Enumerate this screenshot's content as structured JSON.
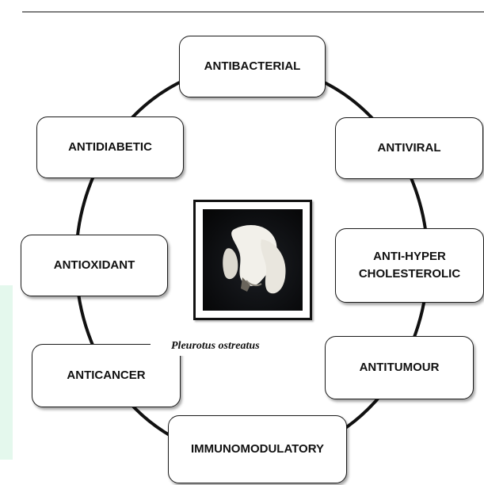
{
  "diagram": {
    "center": {
      "image": "oyster-mushroom-photo",
      "caption": "Pleurotus ostreatus"
    },
    "nodes": [
      {
        "id": "antibacterial",
        "label": "ANTIBACTERIAL"
      },
      {
        "id": "antiviral",
        "label": "ANTIVIRAL"
      },
      {
        "id": "anti-hyper-cholesterolic",
        "label": "ANTI-HYPER\nCHOLESTEROLIC"
      },
      {
        "id": "antitumour",
        "label": "ANTITUMOUR"
      },
      {
        "id": "immunomodulatory",
        "label": "IMMUNOMODULATORY"
      },
      {
        "id": "anticancer",
        "label": "ANTICANCER"
      },
      {
        "id": "antioxidant",
        "label": "ANTIOXIDANT"
      },
      {
        "id": "antidiabetic",
        "label": "ANTIDIABETIC"
      }
    ],
    "colors": {
      "ring": "#111111",
      "box_border": "#1a1a1a",
      "text": "#111111"
    }
  }
}
